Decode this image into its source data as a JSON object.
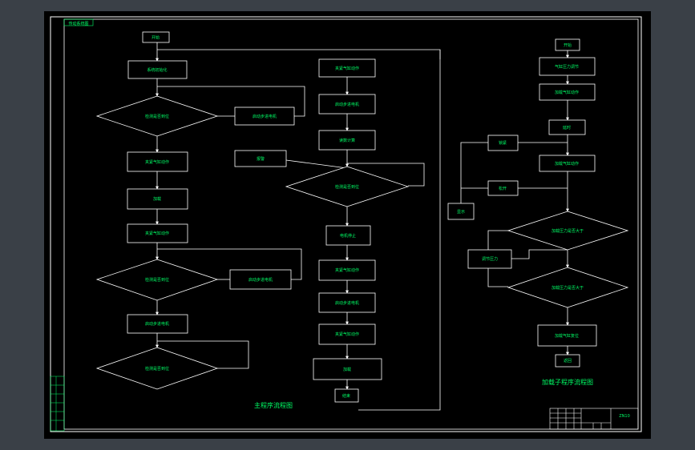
{
  "colors": {
    "background": "#3a4047",
    "sheet": "#000000",
    "lines": "#ffffff",
    "text": "#00ff66"
  },
  "frame_tag": "传动系统图",
  "main_title": "主程序流程图",
  "sub_title": "加载子程序流程图",
  "title_block": {
    "drawing_no": "ZN10"
  },
  "main": {
    "start": "开始",
    "init": "系统初始化",
    "q_in_place": "检测是否到位",
    "motor_a": "启动步进电机",
    "cyl_a": "夹紧气缸动作",
    "load": "加载",
    "cyl_b": "夹紧气缸动作",
    "q_shift": "检测是否到位",
    "motor_b": "启动步进电机",
    "motor_c": "启动步进电机",
    "q_end": "检测是否到位",
    "cyl_c": "夹紧气缸动作",
    "motor_d": "启动步进电机",
    "count": "读数计算",
    "alarm": "报警",
    "q_cross": "检测是否到位",
    "stop": "电机停止",
    "cyl_d": "夹紧气缸动作",
    "motor_e": "启动步进电机",
    "cyl_e": "夹紧气缸动作",
    "load2": "加载",
    "end": "结束"
  },
  "sub": {
    "start": "开始",
    "adjust_a": "气缸压力调节",
    "cyl_a": "加载气缸动作",
    "delay": "延时",
    "lock": "锁紧",
    "cyl_b": "加载气缸动作",
    "release": "松开",
    "display": "显示",
    "q_over": "加载压力是否大于",
    "adjust_b": "调节压力",
    "q_under": "加载压力是否大于",
    "cyl_c": "加载气缸复位",
    "ret": "返回"
  }
}
